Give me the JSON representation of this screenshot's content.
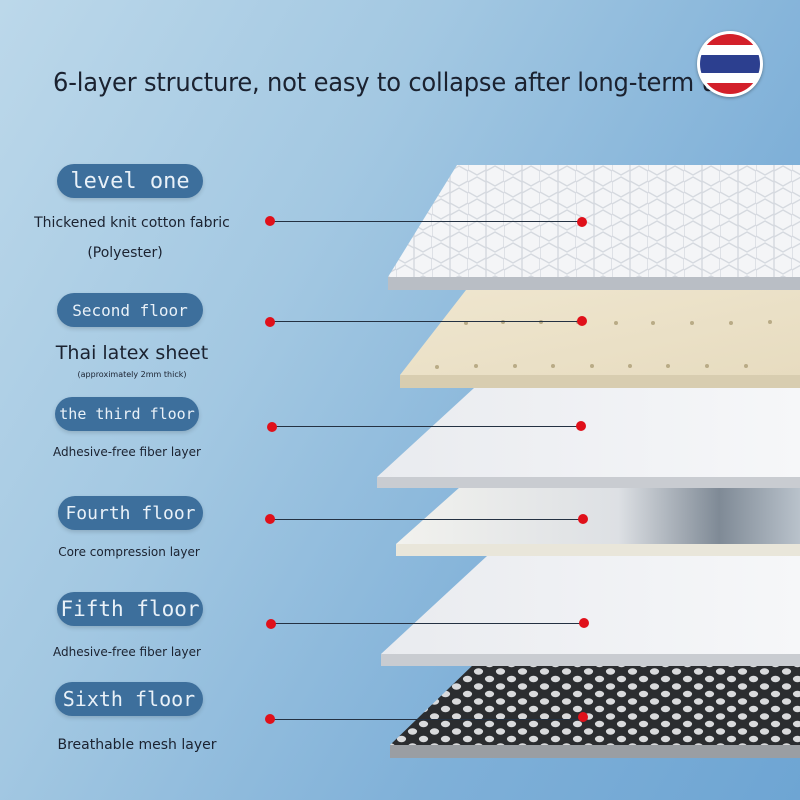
{
  "title": "6-layer structure, not easy to collapse after long-term use",
  "flag": {
    "name": "thailand-flag-icon",
    "colors": [
      "#d3202a",
      "#ffffff",
      "#2c3f8f"
    ]
  },
  "accent_color": "#e0101a",
  "pill_color": "#3d6f9c",
  "layers": [
    {
      "label": "level one",
      "description": "Thickened knit cotton fabric",
      "description_2": "(Polyester)"
    },
    {
      "label": "Second floor",
      "description": "Thai latex sheet",
      "note": "(approximately 2mm thick)"
    },
    {
      "label": "the third floor",
      "description": "Adhesive-free fiber layer"
    },
    {
      "label": "Fourth floor",
      "description": "Core compression layer"
    },
    {
      "label": "Fifth floor",
      "description": "Adhesive-free fiber layer"
    },
    {
      "label": "Sixth floor",
      "description": "Breathable mesh layer"
    }
  ]
}
